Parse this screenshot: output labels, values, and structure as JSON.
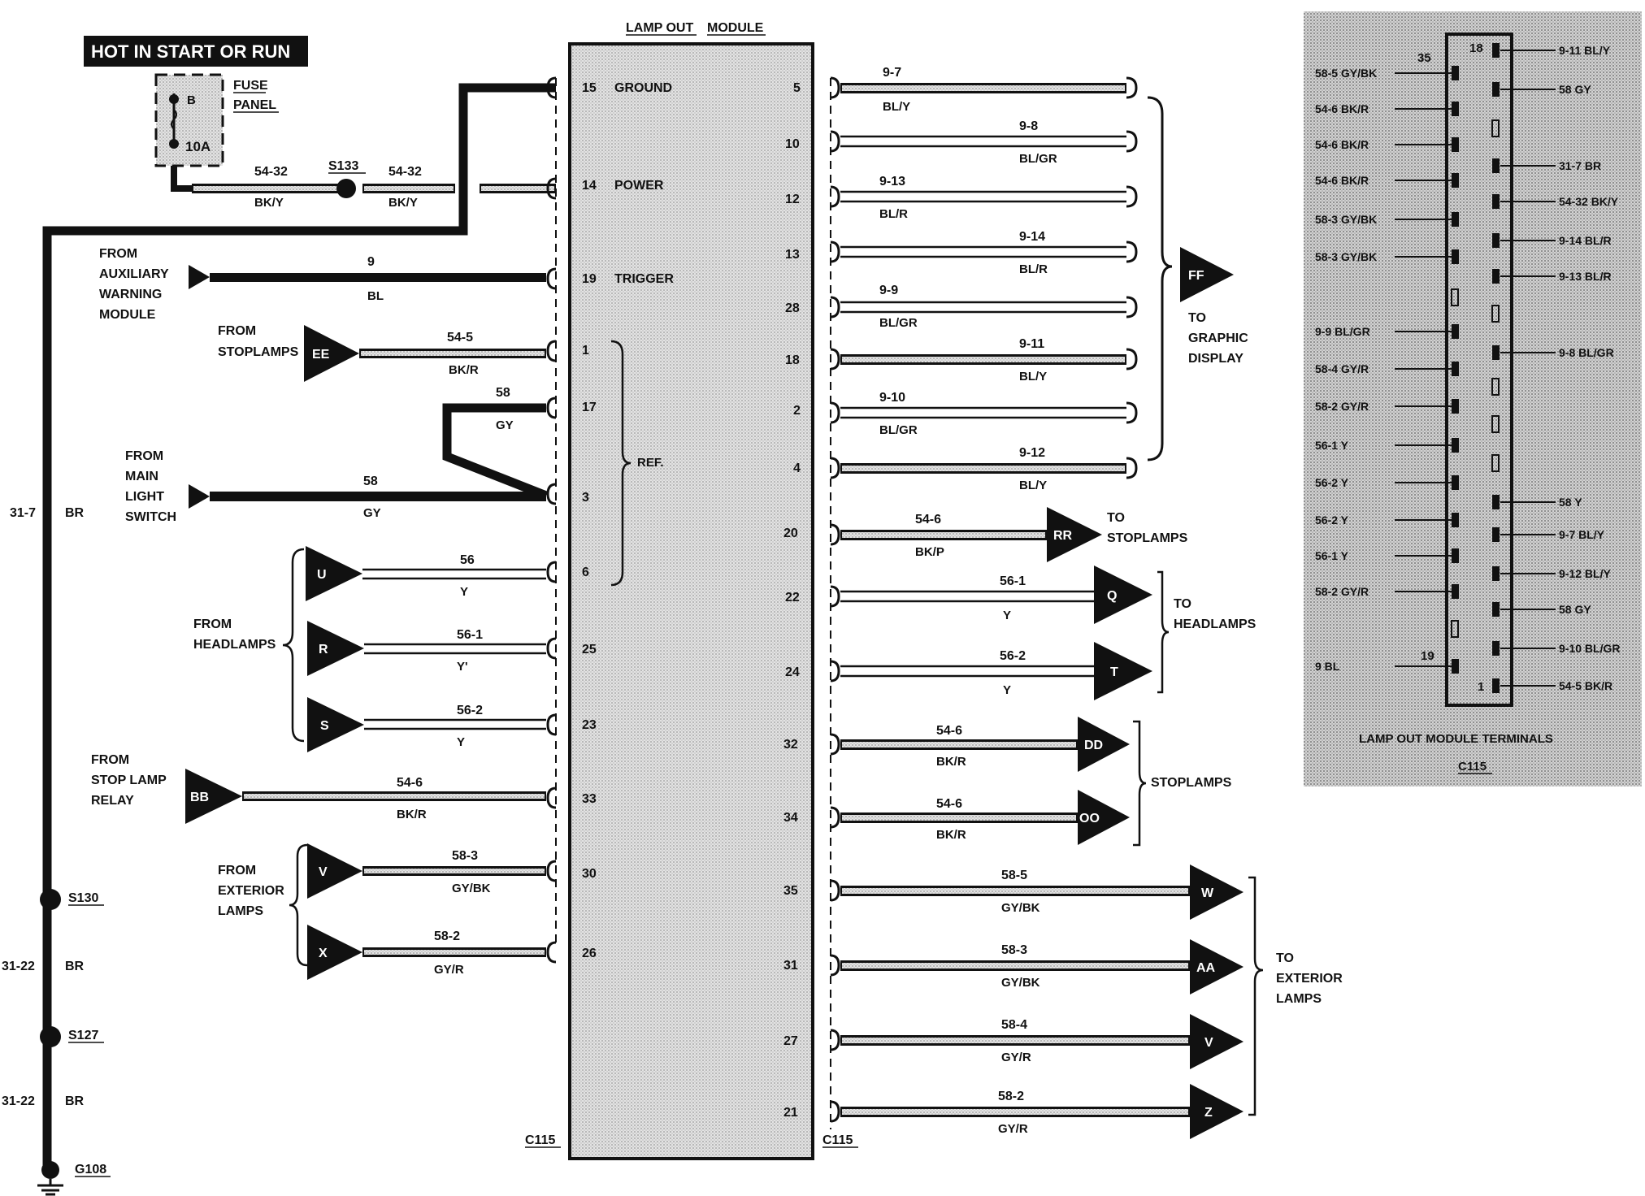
{
  "header": {
    "label": "HOT IN START OR RUN"
  },
  "fuse": {
    "panel": [
      "FUSE",
      "PANEL"
    ],
    "b": "B",
    "amp": "10A"
  },
  "module": {
    "title_1": "LAMP OUT",
    "title_2": "MODULE",
    "connector": "C115",
    "ref": "REF."
  },
  "splices": {
    "s133": "S133",
    "s130": "S130",
    "s127": "S127",
    "g108": "G108"
  },
  "feed_wires": [
    {
      "circuit": "54-32",
      "color": "BK/Y"
    },
    {
      "circuit": "54-32",
      "color": "BK/Y"
    }
  ],
  "ground_wires": [
    {
      "circuit": "31-7",
      "color": "BR"
    },
    {
      "circuit": "31-22",
      "color": "BR"
    },
    {
      "circuit": "31-22",
      "color": "BR"
    }
  ],
  "left_pins": [
    {
      "pin": "15",
      "name": "GROUND"
    },
    {
      "pin": "14",
      "name": "POWER"
    },
    {
      "pin": "19",
      "name": "TRIGGER"
    },
    {
      "pin": "1",
      "name": ""
    },
    {
      "pin": "17",
      "name": ""
    },
    {
      "pin": "3",
      "name": ""
    },
    {
      "pin": "6",
      "name": ""
    },
    {
      "pin": "25",
      "name": ""
    },
    {
      "pin": "23",
      "name": ""
    },
    {
      "pin": "33",
      "name": ""
    },
    {
      "pin": "30",
      "name": ""
    },
    {
      "pin": "26",
      "name": ""
    }
  ],
  "left_wires": [
    {
      "circuit": "9",
      "color": "BL"
    },
    {
      "circuit": "54-5",
      "color": "BK/R"
    },
    {
      "circuit": "58",
      "color": "GY"
    },
    {
      "circuit": "58",
      "color": "GY"
    },
    {
      "circuit": "56",
      "color": "Y"
    },
    {
      "circuit": "56-1",
      "color": "Y'"
    },
    {
      "circuit": "56-2",
      "color": "Y"
    },
    {
      "circuit": "54-6",
      "color": "BK/R"
    },
    {
      "circuit": "58-3",
      "color": "GY/BK"
    },
    {
      "circuit": "58-2",
      "color": "GY/R"
    }
  ],
  "left_sources": [
    {
      "lines": [
        "FROM",
        "AUXILIARY",
        "WARNING",
        "MODULE"
      ]
    },
    {
      "lines": [
        "FROM",
        "STOPLAMPS"
      ]
    },
    {
      "lines": [
        "FROM",
        "MAIN",
        "LIGHT",
        "SWITCH"
      ]
    },
    {
      "lines": [
        "FROM",
        "HEADLAMPS"
      ]
    },
    {
      "lines": [
        "FROM",
        "STOP LAMP",
        "RELAY"
      ]
    },
    {
      "lines": [
        "FROM",
        "EXTERIOR",
        "LAMPS"
      ]
    }
  ],
  "left_markers": [
    "EE",
    "U",
    "R",
    "S",
    "BB",
    "V",
    "X"
  ],
  "right_pins": [
    "5",
    "10",
    "12",
    "13",
    "28",
    "18",
    "2",
    "4",
    "20",
    "22",
    "24",
    "32",
    "34",
    "35",
    "31",
    "27",
    "21"
  ],
  "right_wires": [
    {
      "circuit": "9-7",
      "color": "BL/Y"
    },
    {
      "circuit": "9-8",
      "color": "BL/GR"
    },
    {
      "circuit": "9-13",
      "color": "BL/R"
    },
    {
      "circuit": "9-14",
      "color": "BL/R"
    },
    {
      "circuit": "9-9",
      "color": "BL/GR"
    },
    {
      "circuit": "9-11",
      "color": "BL/Y"
    },
    {
      "circuit": "9-10",
      "color": "BL/GR"
    },
    {
      "circuit": "9-12",
      "color": "BL/Y"
    },
    {
      "circuit": "54-6",
      "color": "BK/P"
    },
    {
      "circuit": "56-1",
      "color": "Y"
    },
    {
      "circuit": "56-2",
      "color": "Y"
    },
    {
      "circuit": "54-6",
      "color": "BK/R"
    },
    {
      "circuit": "54-6",
      "color": "BK/R"
    },
    {
      "circuit": "58-5",
      "color": "GY/BK"
    },
    {
      "circuit": "58-3",
      "color": "GY/BK"
    },
    {
      "circuit": "58-4",
      "color": "GY/R"
    },
    {
      "circuit": "58-2",
      "color": "GY/R"
    }
  ],
  "right_markers": [
    "FF",
    "RR",
    "Q",
    "T",
    "DD",
    "OO",
    "W",
    "AA",
    "V",
    "Z"
  ],
  "destinations": [
    {
      "lines": [
        "TO",
        "GRAPHIC",
        "DISPLAY"
      ]
    },
    {
      "lines": [
        "TO",
        "STOPLAMPS"
      ]
    },
    {
      "lines": [
        "TO",
        "HEADLAMPS"
      ]
    },
    {
      "lines": [
        "STOPLAMPS"
      ]
    },
    {
      "lines": [
        "TO",
        "EXTERIOR",
        "LAMPS"
      ]
    }
  ],
  "terminals_view": {
    "title": "LAMP OUT  MODULE  TERMINALS",
    "connector": "C115",
    "pin_numbers": [
      "35",
      "18",
      "19",
      "1"
    ],
    "left_labels": [
      "58-5 GY/BK",
      "54-6 BK/R",
      "54-6 BK/R",
      "54-6 BK/R",
      "58-3 GY/BK",
      "58-3 GY/BK",
      "9-9 BL/GR",
      "58-4 GY/R",
      "58-2 GY/R",
      "56-1 Y",
      "56-2 Y",
      "56-2 Y",
      "56-1 Y",
      "58-2 GY/R",
      "9 BL"
    ],
    "right_labels": [
      "9-11 BL/Y",
      "58 GY",
      "31-7 BR",
      "54-32 BK/Y",
      "9-14 BL/R",
      "9-13 BL/R",
      "9-8 BL/GR",
      "58 Y",
      "9-7 BL/Y",
      "9-12 BL/Y",
      "58 GY",
      "9-10 BL/GR",
      "54-5 BK/R"
    ]
  }
}
